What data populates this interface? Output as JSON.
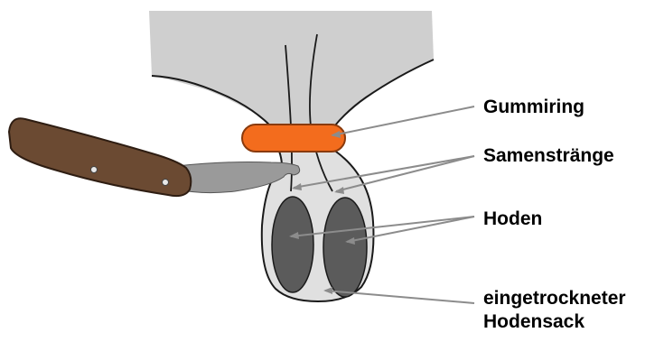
{
  "labels": {
    "gummiring": "Gummiring",
    "samenstraenge": "Samenstränge",
    "hoden": "Hoden",
    "hodensack_line1": "eingetrockneter",
    "hodensack_line2": "Hodensack"
  },
  "colors": {
    "body": "#cfcfcf",
    "scrotum": "#e0e0e0",
    "testis": "#5b5b5b",
    "ring": "#f36c1d",
    "ring_border": "#8a3a0c",
    "outline": "#1a1a1a",
    "leader": "#8c8c8c",
    "knife_handle": "#6b4a32",
    "knife_blade": "#9a9a9a"
  }
}
